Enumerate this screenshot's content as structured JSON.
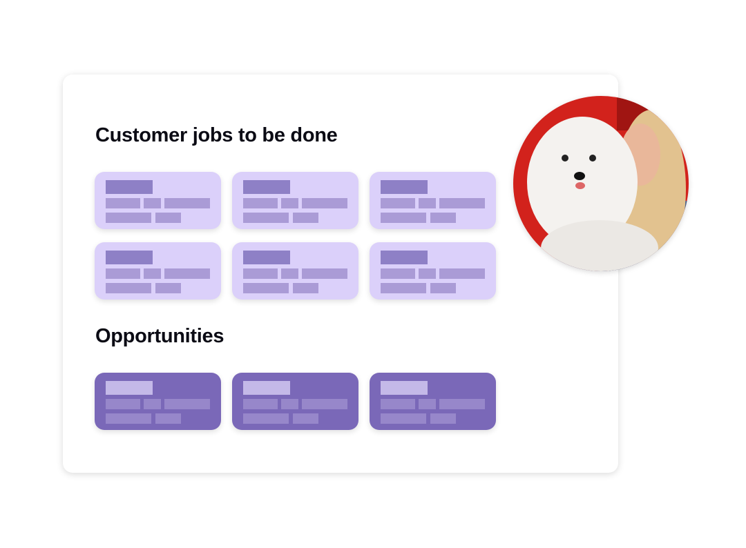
{
  "sections": {
    "jobs_title": "Customer jobs to be done",
    "opportunities_title": "Opportunities"
  },
  "jobs_card_count": 6,
  "opportunity_card_count": 3,
  "colors": {
    "job_card": "#dbd0fa",
    "opportunity_card": "#7a68b8",
    "photo_background": "#d2221c"
  },
  "photo": {
    "icon": "person-with-dog-photo"
  }
}
